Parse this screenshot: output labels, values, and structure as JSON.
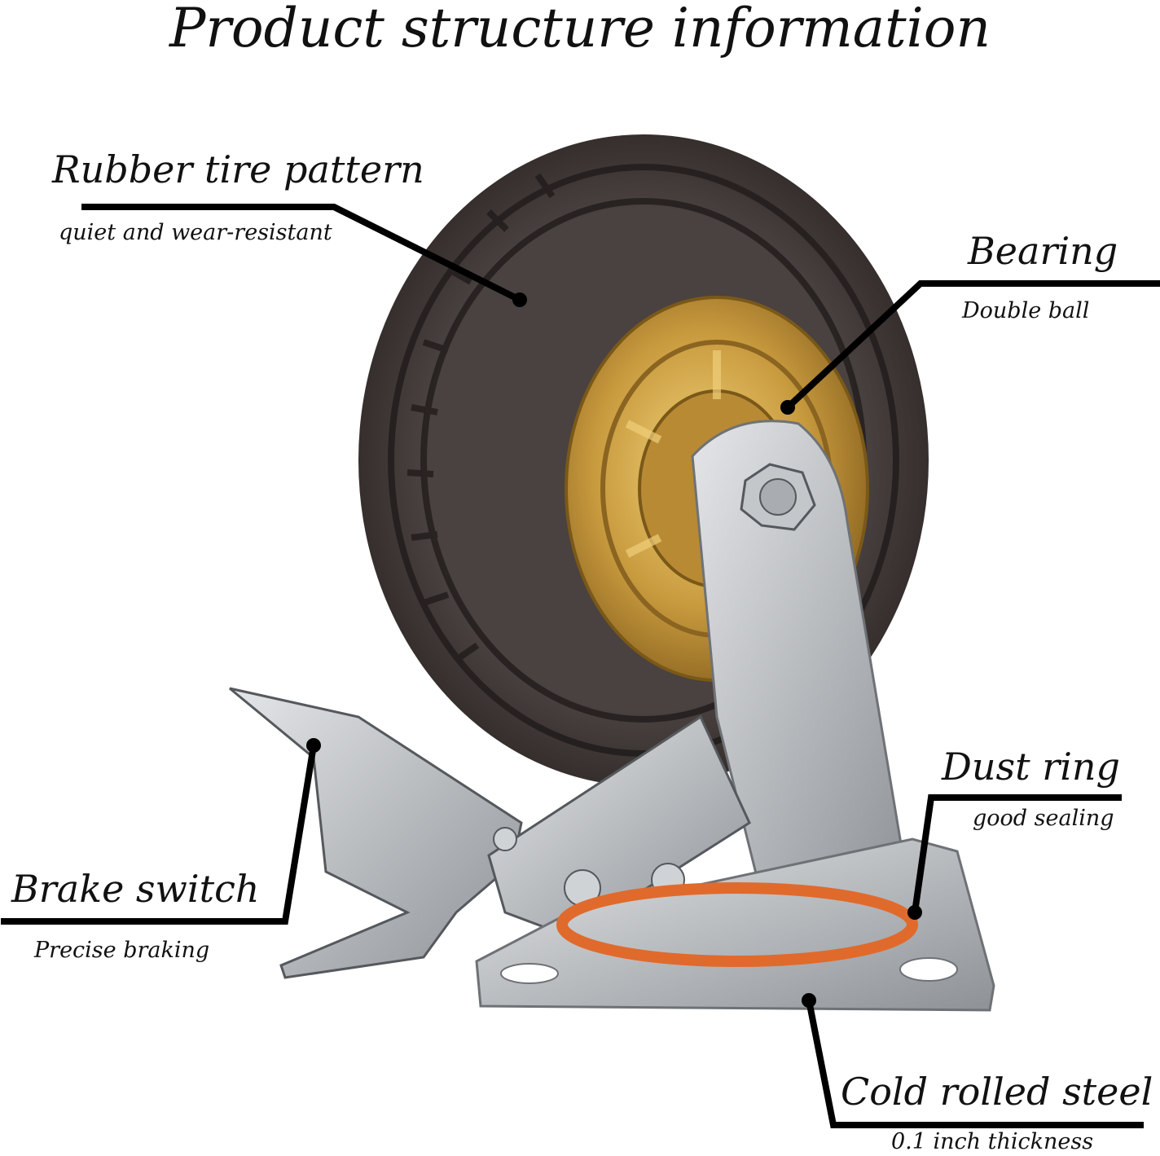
{
  "title": "Product structure information",
  "callouts": {
    "tire": {
      "name": "Rubber tire pattern",
      "desc": "quiet and wear-resistant"
    },
    "bearing": {
      "name": "Bearing",
      "desc": "Double ball"
    },
    "dust": {
      "name": "Dust ring",
      "desc": "good sealing"
    },
    "brake": {
      "name": "Brake switch",
      "desc": "Precise braking"
    },
    "steel": {
      "name": "Cold rolled steel",
      "desc": "0.1 inch thickness"
    }
  },
  "colors": {
    "tire": "#3b3533",
    "hub": "#c89a3e",
    "steel": "#b9bcbf",
    "ring": "#e06a2c",
    "line": "#000000"
  }
}
